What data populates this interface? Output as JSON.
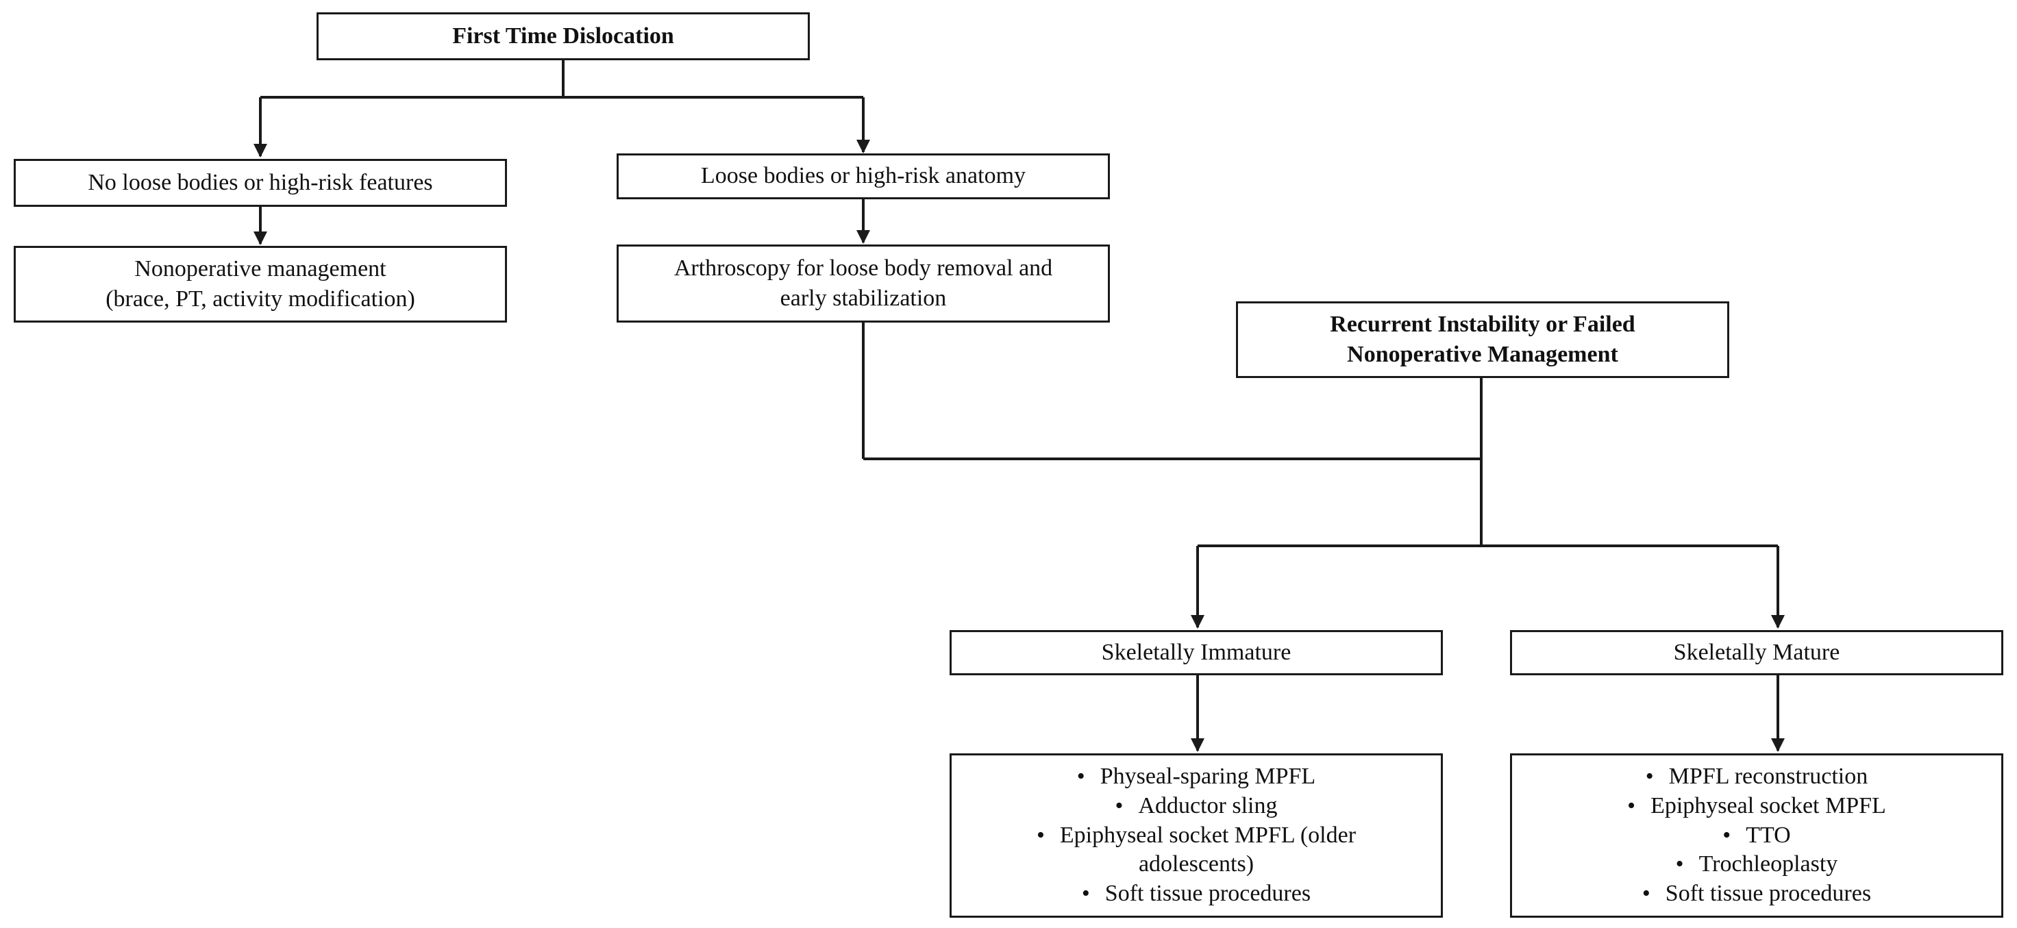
{
  "nodes": {
    "first_time": {
      "title": "First Time Dislocation"
    },
    "no_loose": {
      "label": "No loose bodies or high-risk features"
    },
    "loose": {
      "label": "Loose bodies or high-risk anatomy"
    },
    "nonop": {
      "line1": "Nonoperative management",
      "line2": "(brace, PT, activity modification)"
    },
    "arthro": {
      "line1": "Arthroscopy for loose body removal and",
      "line2": "early stabilization"
    },
    "recurrent": {
      "line1": "Recurrent Instability or Failed",
      "line2": "Nonoperative Management"
    },
    "immature": {
      "label": "Skeletally Immature"
    },
    "mature": {
      "label": "Skeletally Mature"
    },
    "immature_options": {
      "bullet": "•",
      "items": [
        "Physeal-sparing MPFL",
        "Adductor sling",
        "Epiphyseal socket MPFL (older",
        "adolescents)",
        "Soft tissue procedures"
      ]
    },
    "mature_options": {
      "bullet": "•",
      "items": [
        "MPFL reconstruction",
        "Epiphyseal socket MPFL",
        "TTO",
        "Trochleoplasty",
        "Soft tissue procedures"
      ]
    }
  }
}
